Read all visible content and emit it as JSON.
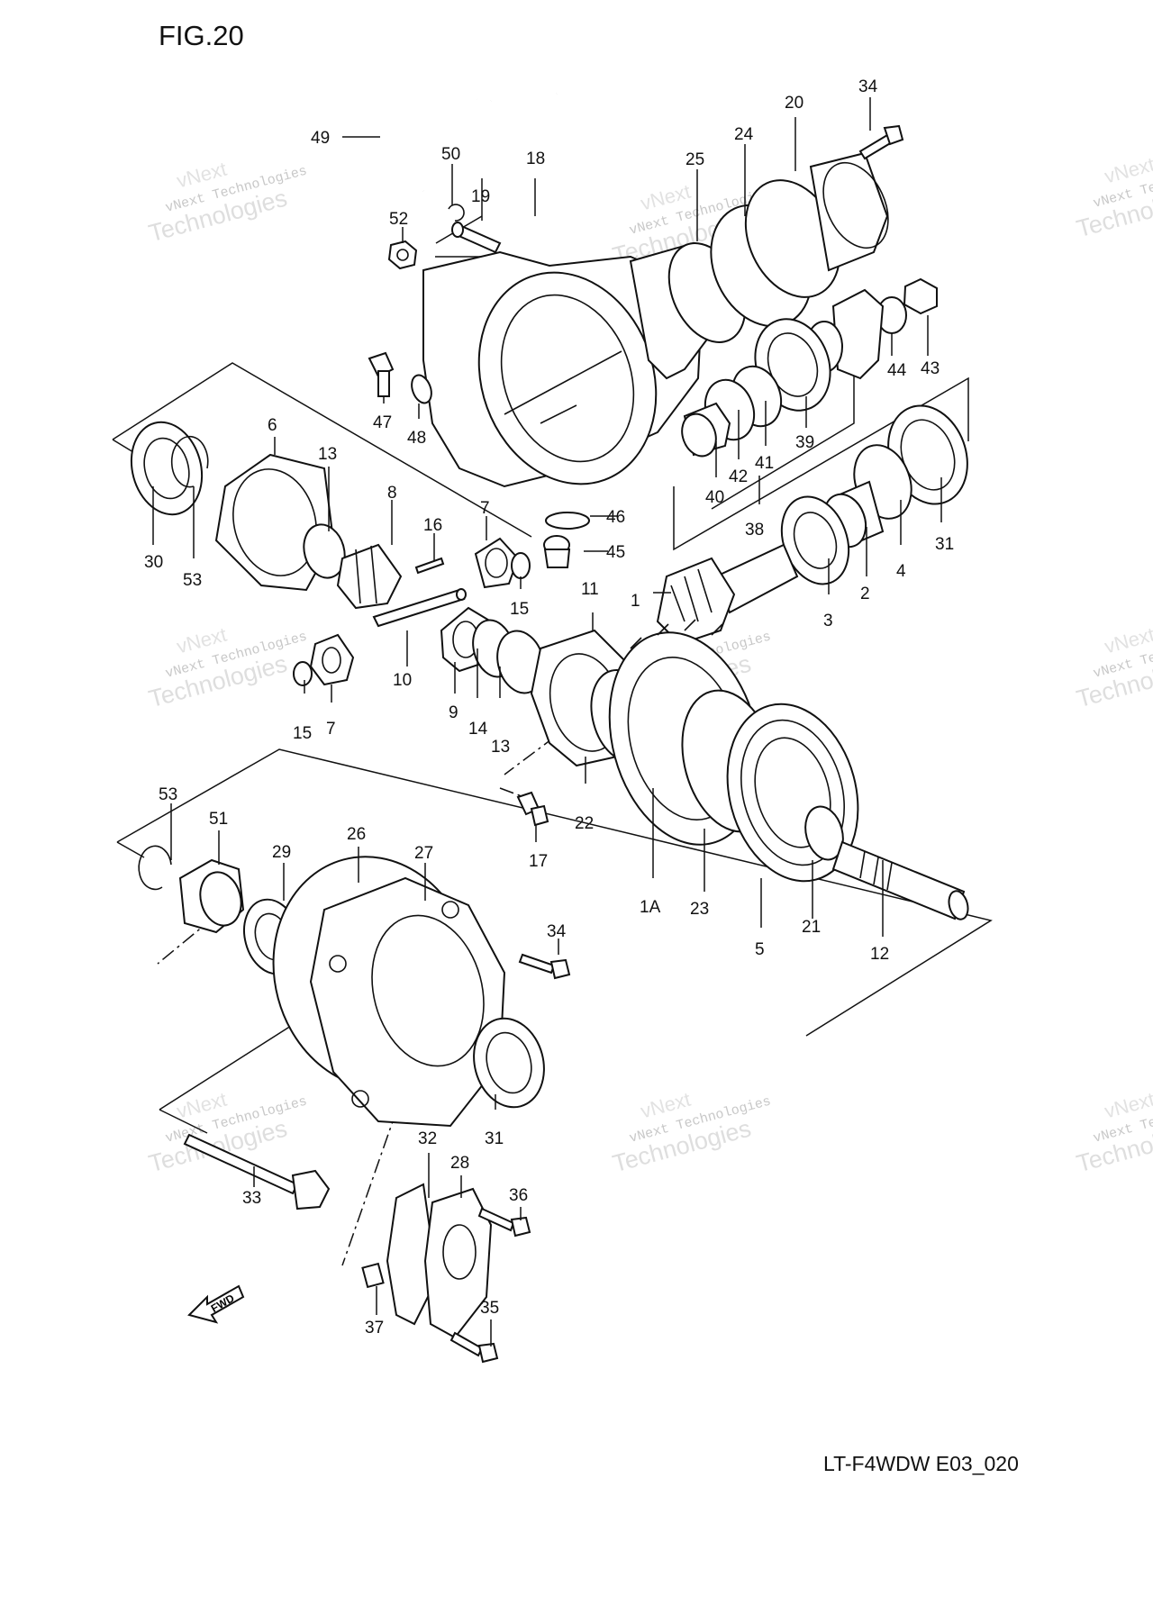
{
  "figure_title": "FIG.20",
  "document_code": "LT-F4WDW E03_020",
  "fwd_label": "FWD",
  "watermark": {
    "line0": "vNext",
    "line1": "vNext Technologies",
    "line2": "Technologies"
  },
  "callouts": {
    "c1": "1",
    "c1A": "1A",
    "c2": "2",
    "c3": "3",
    "c4": "4",
    "c5": "5",
    "c6": "6",
    "c7a": "7",
    "c7b": "7",
    "c8": "8",
    "c9": "9",
    "c10": "10",
    "c11": "11",
    "c12": "12",
    "c13a": "13",
    "c13b": "13",
    "c14": "14",
    "c15a": "15",
    "c15b": "15",
    "c16": "16",
    "c17": "17",
    "c18": "18",
    "c19": "19",
    "c20": "20",
    "c21": "21",
    "c22": "22",
    "c23": "23",
    "c24": "24",
    "c25": "25",
    "c26": "26",
    "c27": "27",
    "c28": "28",
    "c29": "29",
    "c30": "30",
    "c31a": "31",
    "c31b": "31",
    "c32": "32",
    "c33": "33",
    "c34a": "34",
    "c34b": "34",
    "c35": "35",
    "c36": "36",
    "c37": "37",
    "c38": "38",
    "c39": "39",
    "c40": "40",
    "c41": "41",
    "c42": "42",
    "c43": "43",
    "c44": "44",
    "c45": "45",
    "c46": "46",
    "c47": "47",
    "c48": "48",
    "c49": "49",
    "c50": "50",
    "c51": "51",
    "c52": "52",
    "c53a": "53",
    "c53b": "53"
  }
}
